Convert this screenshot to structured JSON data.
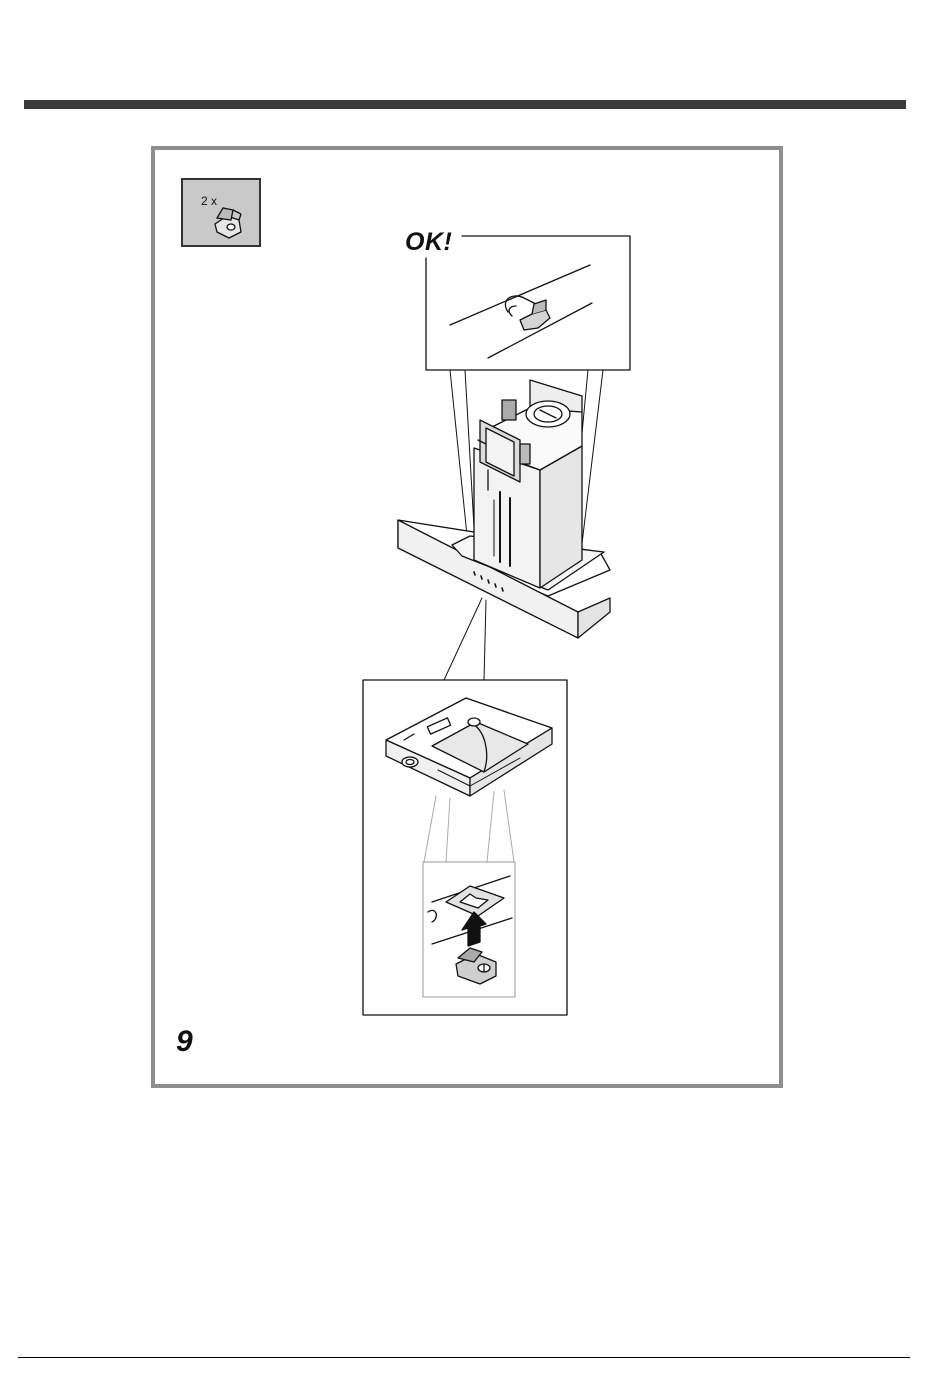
{
  "quantity": {
    "label": "2 x",
    "icon": "bracket-clip-icon"
  },
  "callout_top": {
    "label": "OK!"
  },
  "step": {
    "number": "9"
  }
}
